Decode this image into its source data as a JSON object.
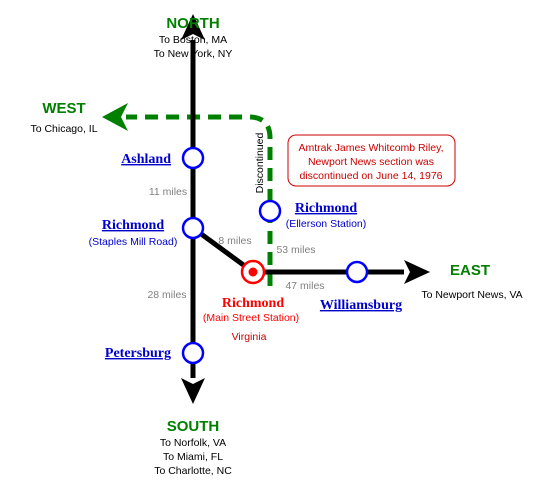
{
  "colors": {
    "line": "#000000",
    "station_stroke": "#0000ff",
    "station_label": "#0000cc",
    "direction": "#008000",
    "discontinued": "#008000",
    "distance": "#808080",
    "main_station": "#ff0000",
    "note_border": "#cc0000",
    "note_text": "#cc0000"
  },
  "directions": {
    "north": {
      "label": "NORTH",
      "destinations": [
        "To Boston, MA",
        "To New York, NY"
      ]
    },
    "south": {
      "label": "SOUTH",
      "destinations": [
        "To Norfolk, VA",
        "To Miami, FL",
        "To Charlotte, NC"
      ]
    },
    "west": {
      "label": "WEST",
      "destinations": [
        "To Chicago, IL"
      ]
    },
    "east": {
      "label": "EAST",
      "destinations": [
        "To Newport News, VA"
      ]
    }
  },
  "stations": {
    "ashland": {
      "name": "Ashland",
      "sub": ""
    },
    "richmond_staples": {
      "name": "Richmond",
      "sub": "(Staples Mill Road)"
    },
    "petersburg": {
      "name": "Petersburg",
      "sub": ""
    },
    "richmond_ellerson": {
      "name": "Richmond",
      "sub": "(Ellerson Station)"
    },
    "williamsburg": {
      "name": "Williamsburg",
      "sub": ""
    },
    "richmond_main": {
      "name": "Richmond",
      "sub": "(Main Street Station)",
      "state": "Virginia"
    }
  },
  "distances": {
    "ashland_staples": "11 miles",
    "staples_main": "8 miles",
    "staples_petersburg": "28 miles",
    "ellerson_main": "53 miles",
    "main_williamsburg": "47 miles"
  },
  "discontinued_label": "Discontinued",
  "note": {
    "lines": [
      "Amtrak James Whitcomb Riley,",
      "Newport News section was",
      "discontinued on June 14, 1976"
    ]
  }
}
